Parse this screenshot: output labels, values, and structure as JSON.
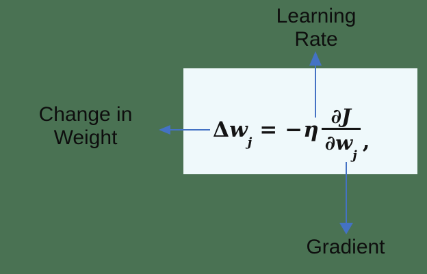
{
  "colors": {
    "background": "#4A7253",
    "panel": "#EFF9FB",
    "arrow": "#4472C4",
    "text": "#0E0E0E",
    "formula": "#141414"
  },
  "labels": {
    "learning_rate_line1": "Learning",
    "learning_rate_line2": "Rate",
    "change_in_weight_line1": "Change in",
    "change_in_weight_line2": "Weight",
    "gradient": "Gradient"
  },
  "formula": {
    "delta": "Δ",
    "var_w": "w",
    "sub_j": "j",
    "equals": "=",
    "minus": "−",
    "eta": "η",
    "num_partial": "∂",
    "num_var": "J",
    "den_partial": "∂",
    "den_var": "w",
    "den_sub": "j",
    "comma": ","
  }
}
